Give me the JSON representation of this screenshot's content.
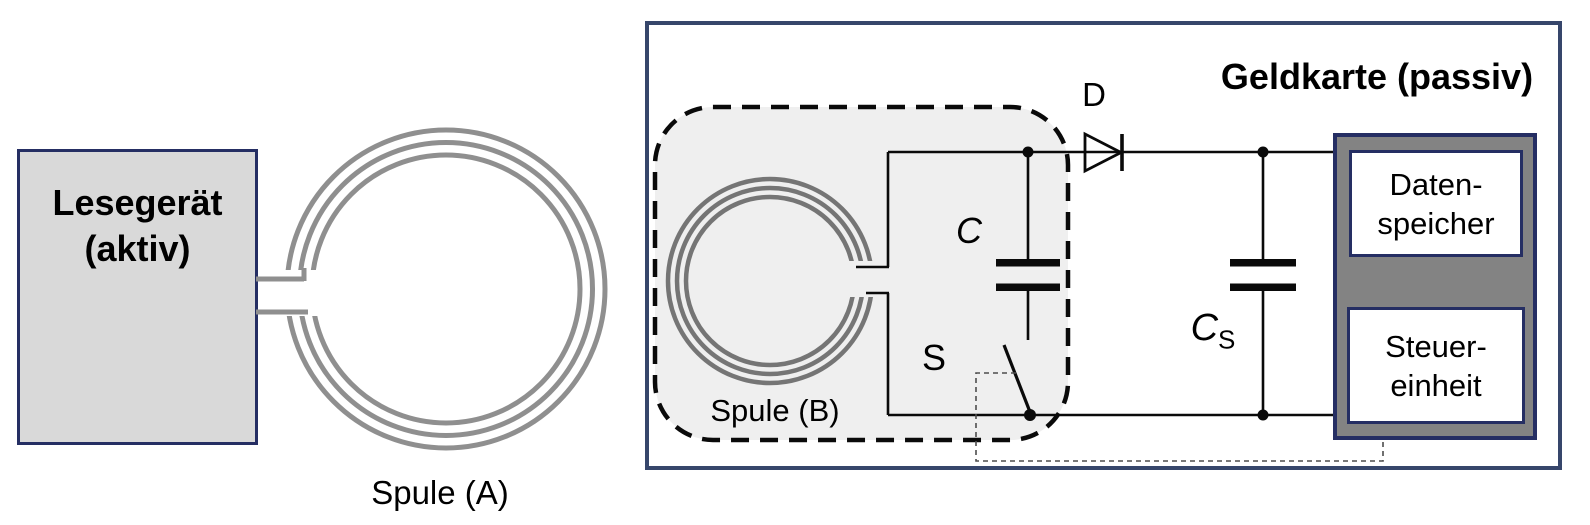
{
  "reader": {
    "title_line1": "Lesegerät",
    "title_line2": "(aktiv)",
    "coil_label": "Spule (A)"
  },
  "card": {
    "title": "Geldkarte (passiv)",
    "diode_label": "D",
    "module": {
      "coil_label": "Spule (B)",
      "capacitor_label": "C",
      "switch_label": "S"
    },
    "smoothing_capacitor_symbol": "C",
    "smoothing_capacitor_subscript": "S",
    "chip": {
      "data_block_line1": "Daten-",
      "data_block_line2": "speicher",
      "control_block_line1": "Steuer-",
      "control_block_line2": "einheit"
    }
  },
  "colors": {
    "navy_border": "#252e63",
    "card_border": "#36466b",
    "reader_fill": "#d9d9d9",
    "module_fill": "#efefef",
    "chip_fill": "#838383",
    "coil_a_gray": "#8f8f8f",
    "coil_b_gray": "#757575",
    "wire_black": "#0a0a0a",
    "control_dash": "#4d4d4d"
  }
}
